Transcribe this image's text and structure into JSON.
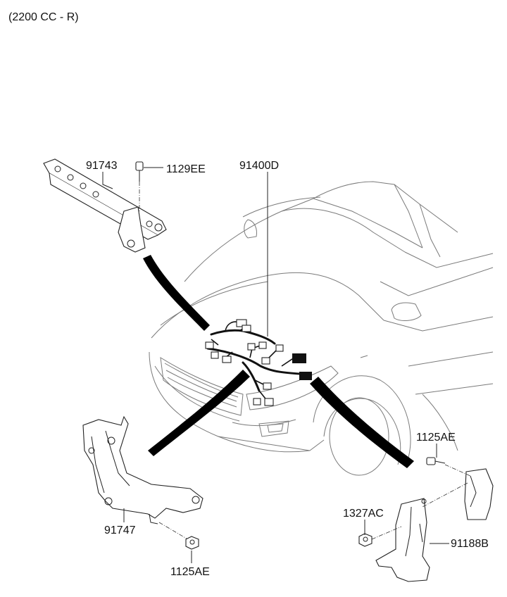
{
  "header": {
    "variant": "(2200 CC - R)"
  },
  "parts": {
    "p91743": "91743",
    "p1129EE": "1129EE",
    "p91400D": "91400D",
    "p1125AE_right": "1125AE",
    "p1327AC": "1327AC",
    "p91188B": "91188B",
    "p91747": "91747",
    "p1125AE_bottom": "1125AE"
  },
  "colors": {
    "ink": "#111111",
    "car_outline": "#7a7a7a",
    "background": "#ffffff"
  }
}
